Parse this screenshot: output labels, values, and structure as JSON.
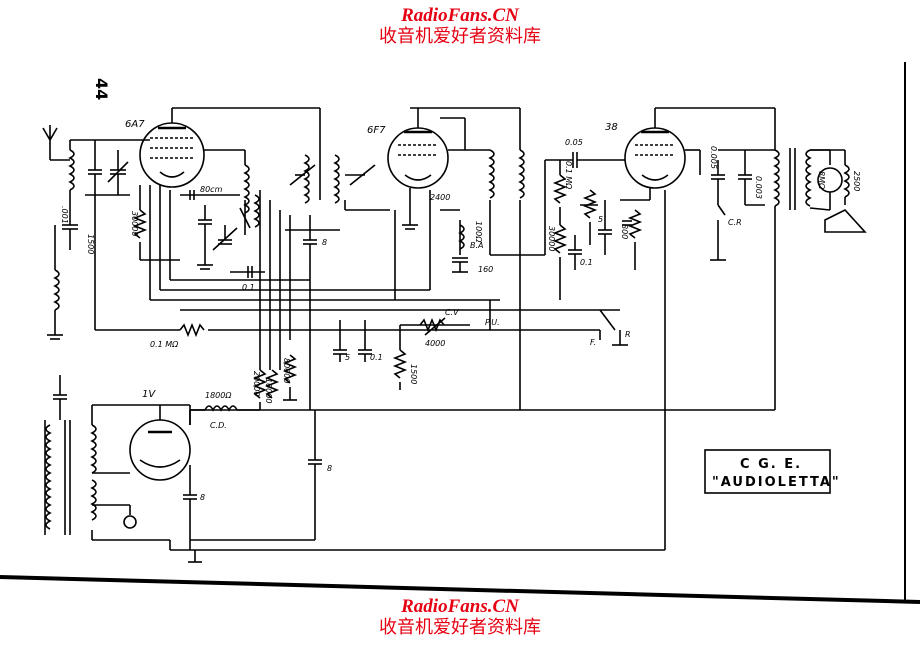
{
  "banner": {
    "site": "RadioFans.CN",
    "subtitle": "收音机爱好者资料库"
  },
  "page_number": "44",
  "title_box": {
    "line1": "C G. E.",
    "line2": "\"AUDIOLETTA\""
  },
  "tubes": {
    "t1": "6A7",
    "t2": "6F7",
    "t3": "38",
    "rect": "1V"
  },
  "labels": {
    "c_001": ".001",
    "r_1500a": "1500",
    "r_30000a": "30000",
    "c_80cm": "80cm",
    "c_01a": "0.1",
    "c_8a": "8",
    "r_2400": "2400",
    "r_100a": "100Ω",
    "c_ba": "B.A",
    "c_160": "160",
    "c_005": "0.05",
    "r_01m": "0.1 MΩ",
    "r_30000b": "30000",
    "c_01b": "0.1",
    "r_800": "800",
    "c_5": "5",
    "c_0005": "0.005",
    "c_cr": "C.R",
    "c_0003": "0.003",
    "r_01mn": "0.1 MΩ",
    "cv": "C.V",
    "r_4000": "4000",
    "pu": "P.U.",
    "f": "F.",
    "r": "R",
    "c_5b": "5",
    "c_01c": "0.1",
    "r_1500b": "1500",
    "r_20000": "20000",
    "r_10000": "10000",
    "r_80000": "80000",
    "cd_val": "1800Ω",
    "cd": "C.D.",
    "c_8b": "8",
    "c_8c": "8",
    "r_8m": "8MΩ",
    "r_250": "2500"
  }
}
